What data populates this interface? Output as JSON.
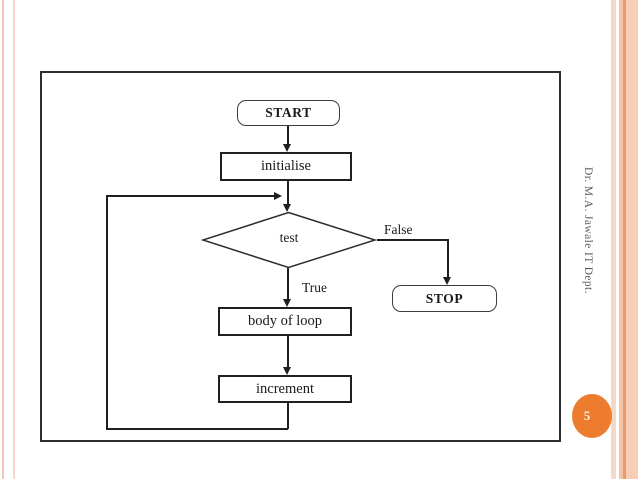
{
  "page": {
    "number": "5",
    "side_text": "Dr. M.A. Jawale IT Dept."
  },
  "flowchart": {
    "type": "flowchart",
    "nodes": {
      "start": "START",
      "initialise": "initialise",
      "test": "test",
      "body": "body of loop",
      "increment": "increment",
      "stop": "STOP"
    },
    "edge_labels": {
      "true_label": "True",
      "false_label": "False"
    },
    "flow": [
      "START -> initialise",
      "initialise -> test",
      "test -True-> body of loop",
      "test -False-> STOP",
      "body of loop -> increment",
      "increment -> test (loop back)"
    ]
  },
  "colors": {
    "accent_orange": "#ee7c2e",
    "stripe_pale": "#f5d9c7",
    "stripe_medium": "#f4c3a6",
    "stripe_dark": "#e89c6d",
    "stripe_wide": "#f7cdb4",
    "left_line_pink": "#f1c7b6",
    "flowchart_line": "#1f1f1f",
    "side_text_color": "#645e58",
    "badge_text": "#fbefdc"
  }
}
